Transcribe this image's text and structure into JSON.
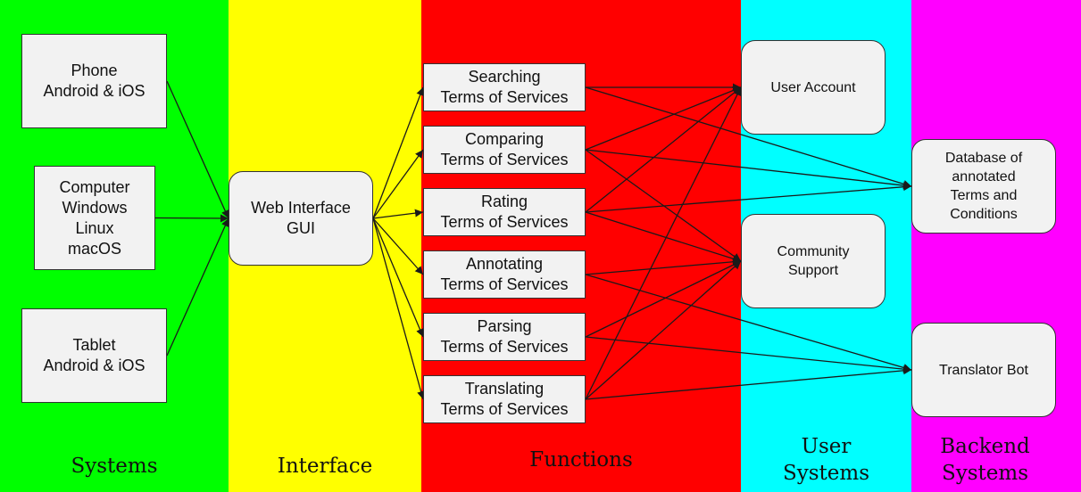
{
  "columns": [
    {
      "id": "systems",
      "label": "Systems",
      "color": "#00ff00"
    },
    {
      "id": "interface",
      "label": "Interface",
      "color": "#ffff00"
    },
    {
      "id": "functions",
      "label": "Functions",
      "color": "#ff0000"
    },
    {
      "id": "user",
      "label": "User\nSystems",
      "color": "#00ffff"
    },
    {
      "id": "backend",
      "label": "Backend\nSystems",
      "color": "#ff00ff"
    }
  ],
  "nodes": {
    "phone": "Phone\nAndroid & iOS",
    "computer": "Computer\nWindows\nLinux\nmacOS",
    "tablet": "Tablet\nAndroid & iOS",
    "web": "Web Interface\nGUI",
    "searching": "Searching\nTerms of Services",
    "comparing": "Comparing\nTerms of Services",
    "rating": "Rating\nTerms of Services",
    "annotating": "Annotating\nTerms of Services",
    "parsing": "Parsing\nTerms of Services",
    "translating": "Translating\nTerms of Services",
    "account": "User Account",
    "community": "Community\nSupport",
    "database": "Database of\nannotated\nTerms and\nConditions",
    "bot": "Translator Bot"
  },
  "edges": [
    [
      "phone",
      "web"
    ],
    [
      "computer",
      "web"
    ],
    [
      "tablet",
      "web"
    ],
    [
      "web",
      "searching"
    ],
    [
      "web",
      "comparing"
    ],
    [
      "web",
      "rating"
    ],
    [
      "web",
      "annotating"
    ],
    [
      "web",
      "parsing"
    ],
    [
      "web",
      "translating"
    ],
    [
      "searching",
      "account"
    ],
    [
      "searching",
      "database"
    ],
    [
      "comparing",
      "account"
    ],
    [
      "comparing",
      "database"
    ],
    [
      "comparing",
      "community"
    ],
    [
      "rating",
      "account"
    ],
    [
      "rating",
      "database"
    ],
    [
      "rating",
      "community"
    ],
    [
      "annotating",
      "community"
    ],
    [
      "annotating",
      "bot"
    ],
    [
      "parsing",
      "community"
    ],
    [
      "parsing",
      "bot"
    ],
    [
      "translating",
      "account"
    ],
    [
      "translating",
      "community"
    ],
    [
      "translating",
      "bot"
    ]
  ]
}
